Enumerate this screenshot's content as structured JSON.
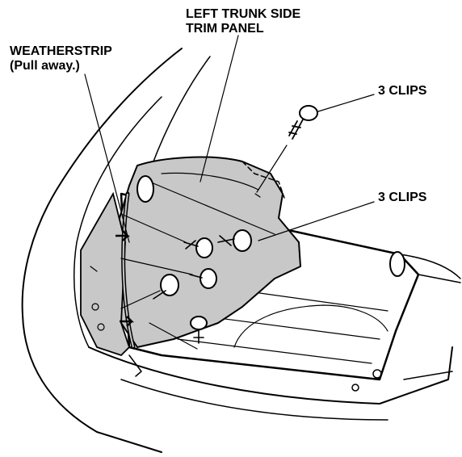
{
  "labels": {
    "trim_panel_line1": "LEFT TRUNK SIDE",
    "trim_panel_line2": "TRIM PANEL",
    "weatherstrip_line1": "WEATHERSTRIP",
    "weatherstrip_line2": "(Pull away.)",
    "clips_top": "3 CLIPS",
    "clips_mid": "3 CLIPS"
  },
  "colors": {
    "panel_fill": "#c8c8c8",
    "line": "#000000",
    "background": "#ffffff"
  }
}
